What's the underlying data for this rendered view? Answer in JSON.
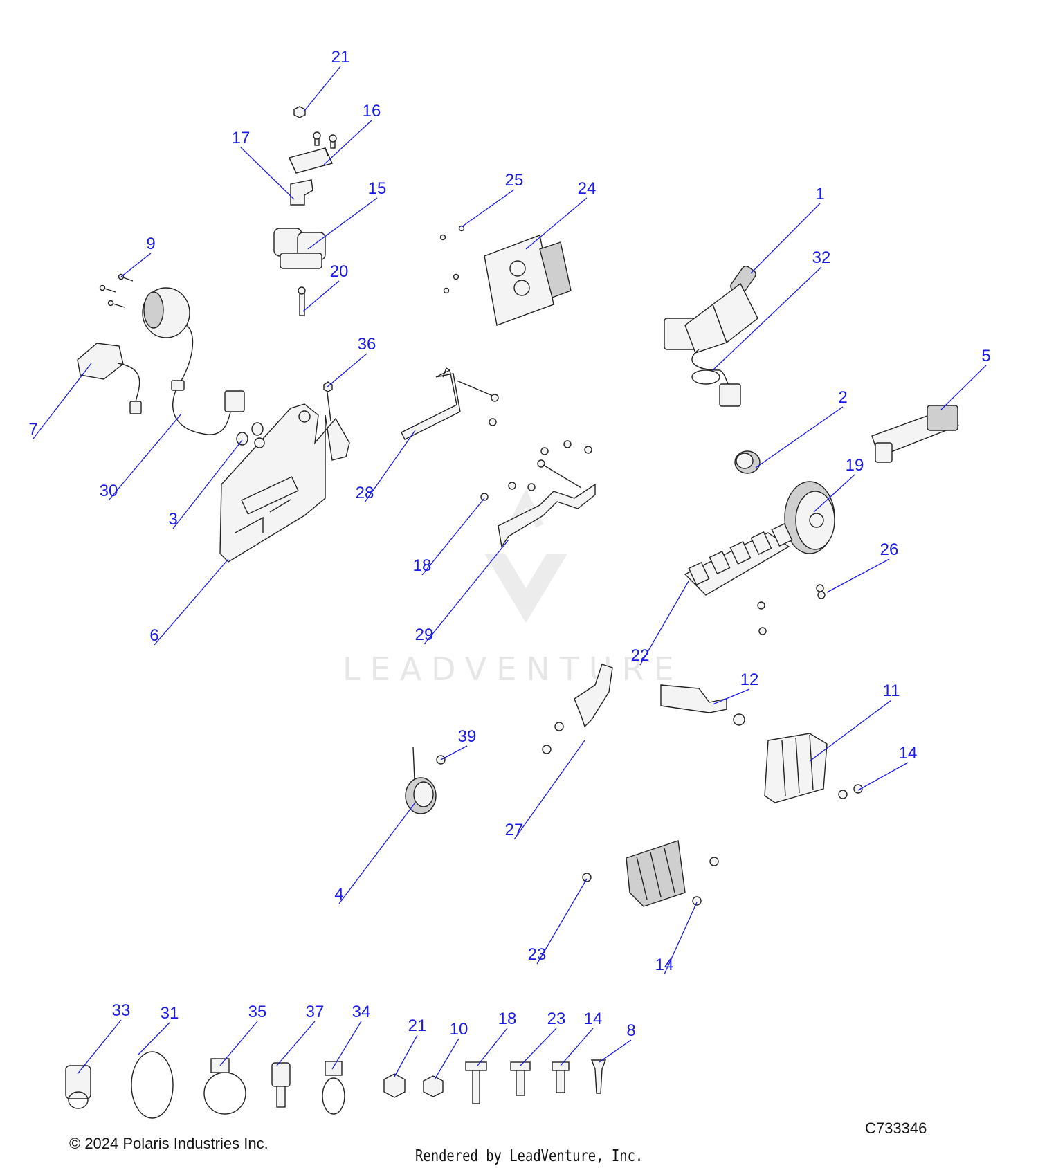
{
  "diagram": {
    "callouts": [
      "21",
      "16",
      "17",
      "15",
      "25",
      "24",
      "1",
      "32",
      "9",
      "20",
      "7",
      "30",
      "36",
      "3",
      "6",
      "28",
      "18",
      "29",
      "5",
      "2",
      "19",
      "26",
      "22",
      "12",
      "11",
      "14",
      "39",
      "27",
      "4",
      "23",
      "14",
      "33",
      "31",
      "35",
      "37",
      "34",
      "21",
      "10",
      "18",
      "23",
      "14",
      "8"
    ]
  },
  "watermark": {
    "text": "LEADVENTURE"
  },
  "footer": {
    "copyright": "© 2024 Polaris Industries Inc.",
    "drawing_number": "C733346",
    "rendered_by": "Rendered by LeadVenture, Inc."
  },
  "colors": {
    "callout": "#1a1ae6",
    "line_art": "#222222",
    "watermark": "#e6e6e6"
  },
  "icons": [
    "watermark-logo-icon"
  ]
}
